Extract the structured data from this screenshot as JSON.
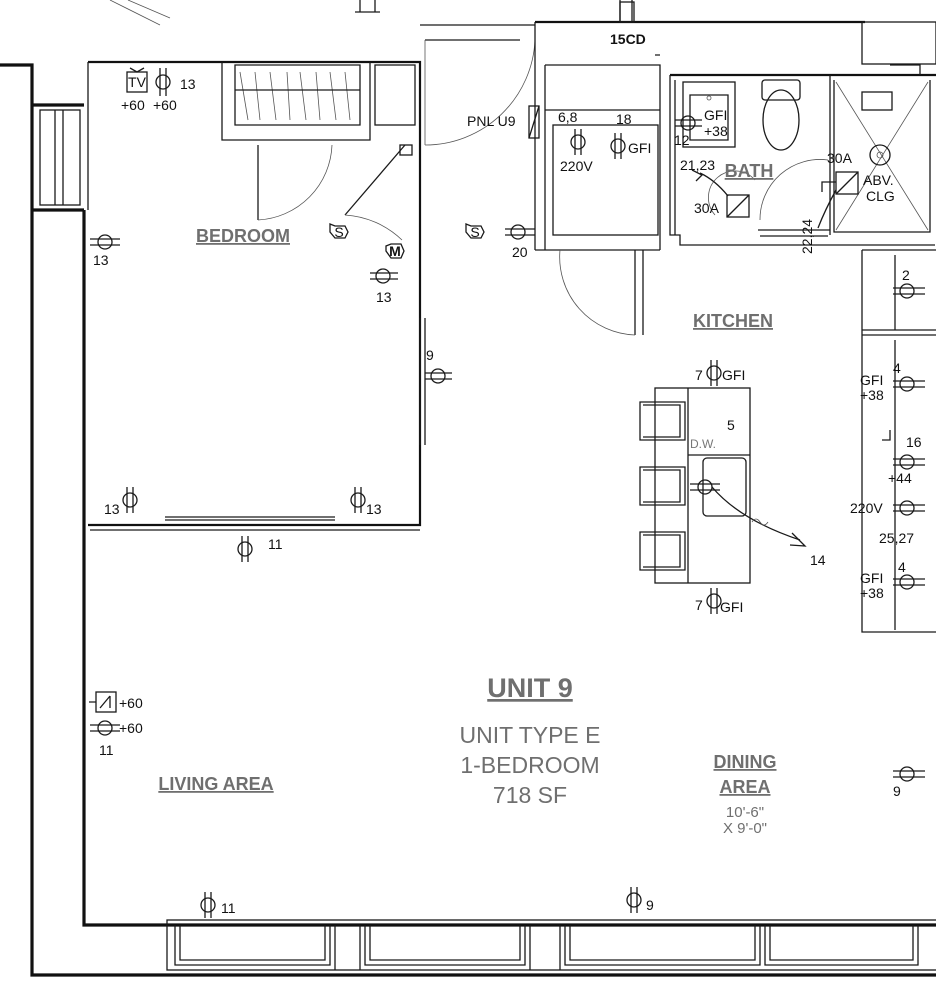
{
  "rooms": {
    "bedroom": "BEDROOM",
    "kitchen": "KITCHEN",
    "bath": "BATH",
    "living": "LIVING AREA",
    "dining_line1": "DINING",
    "dining_line2": "AREA",
    "dining_dim1": "10'-6\"",
    "dining_dim2": "X 9'-0\""
  },
  "unit": {
    "title": "UNIT 9",
    "type": "UNIT TYPE E",
    "beds": "1-BEDROOM",
    "area": "718 SF"
  },
  "panel": {
    "label": "PNL U9",
    "ref": "15CD"
  },
  "appliances": {
    "dishwasher": "D.W.",
    "dw_circuit": "5"
  },
  "bath_notes": {
    "breaker_left": "30A",
    "breaker_right": "30A",
    "abv": "ABV.",
    "clg": "CLG"
  },
  "labels": {
    "tv_circ": "13",
    "tv_h1": "+60",
    "tv_h2": "+60",
    "bed_left": "13",
    "bed_right": "13",
    "bed_bl": "13",
    "bed_br": "13",
    "bed_wall": "9",
    "bed_bottom": "11",
    "hall_20": "20",
    "c68": "6,8",
    "v220": "220V",
    "c18": "18",
    "gfi1": "GFI",
    "bath_12": "12",
    "bath_gfi": "GFI",
    "bath_38": "+38",
    "bath_2123": "21,23",
    "bath_2224": "22,24",
    "k_top_7": "7",
    "k_top_gfi": "GFI",
    "k_bot_7": "7",
    "k_bot_gfi": "GFI",
    "k_14": "14",
    "r2": "2",
    "r_gfi1": "GFI",
    "r_38a": "+38",
    "r4a": "4",
    "r16": "16",
    "r44": "+44",
    "r220": "220V",
    "r2527": "25,27",
    "r_gfi2": "GFI",
    "r4b": "4",
    "r_38b": "+38",
    "r9": "9",
    "liv_60a": "+60",
    "liv_60b": "+60",
    "liv_11": "11",
    "bot_11": "11",
    "bot_9": "9"
  }
}
